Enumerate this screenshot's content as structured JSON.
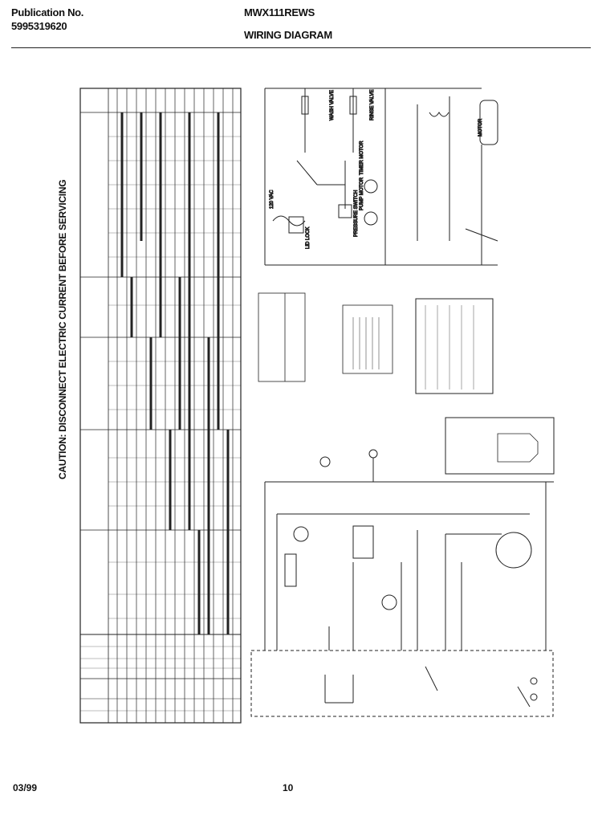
{
  "header": {
    "publication_label": "Publication No.",
    "publication_number": "5995319620",
    "model": "MWX111REWS",
    "title": "WIRING DIAGRAM"
  },
  "caution": "CAUTION: DISCONNECT ELECTRIC CURRENT BEFORE SERVICING",
  "footer": {
    "date": "03/99",
    "page": "10"
  },
  "diagram_labels": {
    "voltage": "120 VAC",
    "wash_valve": "WASH VALVE",
    "rinse_valve": "RINSE VALVE",
    "timer_motor": "TIMER MOTOR",
    "pump_motor": "PUMP MOTOR",
    "lid_lock": "LID LOCK",
    "pressure_switch": "PRESSURE SWITCH",
    "motor": "MOTOR"
  }
}
